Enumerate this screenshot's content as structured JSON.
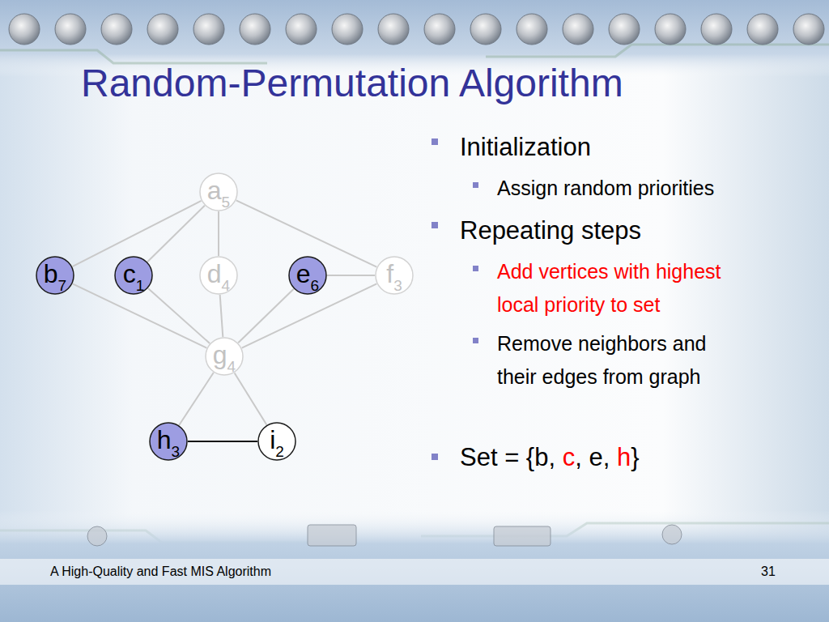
{
  "diagram": {
    "title": "Random-Permutation Algorithm",
    "nodes": [
      {
        "text": [
          "a",
          "5"
        ]
      },
      {
        "text": [
          "b",
          "7"
        ]
      },
      {
        "text": [
          "c",
          "1"
        ]
      },
      {
        "text": [
          "d",
          "4"
        ]
      },
      {
        "text": [
          "e",
          "6"
        ]
      },
      {
        "text": [
          "f",
          "3"
        ]
      },
      {
        "text": [
          "g",
          "4"
        ]
      },
      {
        "text": [
          "h",
          "3"
        ]
      },
      {
        "text": [
          "i",
          "2"
        ]
      }
    ],
    "edges": [
      {
        "from": 0,
        "to": 1,
        "arrow": "none"
      },
      {
        "from": 0,
        "to": 2,
        "arrow": "none"
      },
      {
        "from": 0,
        "to": 3,
        "arrow": "none"
      },
      {
        "from": 0,
        "to": 5,
        "arrow": "none"
      },
      {
        "from": 1,
        "to": 6,
        "arrow": "none"
      },
      {
        "from": 2,
        "to": 6,
        "arrow": "none"
      },
      {
        "from": 3,
        "to": 6,
        "arrow": "none"
      },
      {
        "from": 4,
        "to": 6,
        "arrow": "none"
      },
      {
        "from": 4,
        "to": 5,
        "arrow": "none"
      },
      {
        "from": 5,
        "to": 6,
        "arrow": "none"
      },
      {
        "from": 6,
        "to": 7,
        "arrow": "none"
      },
      {
        "from": 6,
        "to": 8,
        "arrow": "none"
      },
      {
        "from": 7,
        "to": 8,
        "arrow": "none"
      }
    ],
    "labels": [
      "Initialization",
      "Assign random priorities",
      "Repeating steps",
      "Add vertices with highest local priority to set",
      "Remove neighbors and their edges from graph",
      "Set = {b,",
      "c",
      ", e,",
      "h",
      "}",
      "A High-Quality and Fast MIS Algorithm",
      "31"
    ]
  }
}
